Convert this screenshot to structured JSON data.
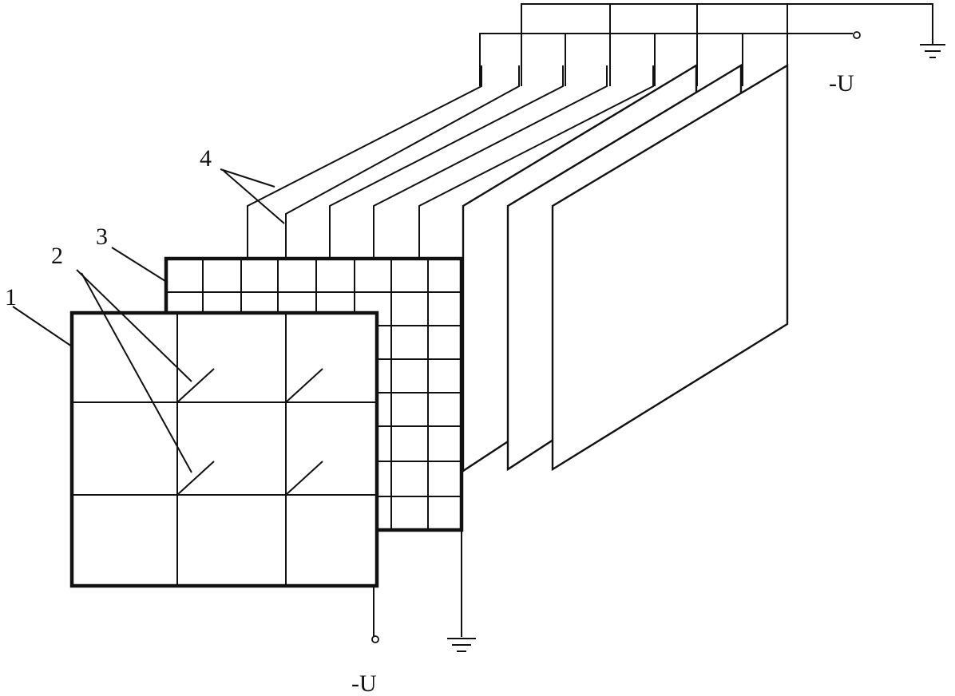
{
  "labels": {
    "item1": "1",
    "item2": "2",
    "item3": "3",
    "item4": "4",
    "voltage_right": "-U",
    "voltage_bottom": "-U"
  },
  "colors": {
    "line": "#111111",
    "background": "#ffffff"
  },
  "symbols": {
    "ground": "ground-symbol",
    "terminal": "terminal-circle"
  }
}
